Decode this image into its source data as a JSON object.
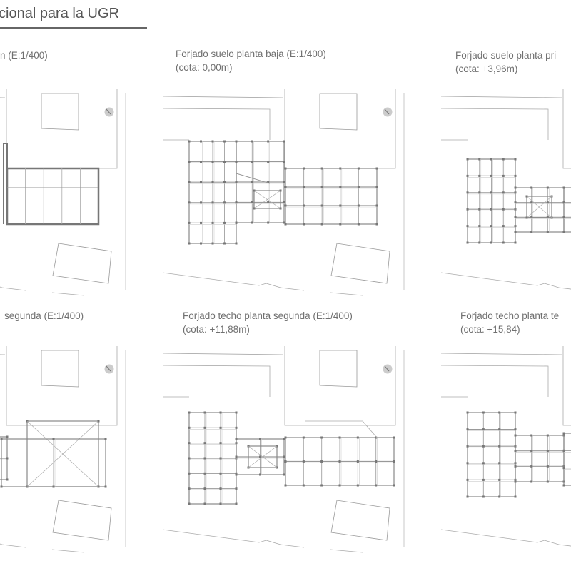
{
  "sheet": {
    "title": "cional para la UGR"
  },
  "panels": [
    {
      "title": "n (E:1/400)",
      "subtitle": ""
    },
    {
      "title": "Forjado suelo planta baja (E:1/400)",
      "subtitle": "(cota: 0,00m)"
    },
    {
      "title": "Forjado suelo planta pri",
      "subtitle": "(cota: +3,96m)"
    },
    {
      "title": "segunda (E:1/400)",
      "subtitle": ""
    },
    {
      "title": "Forjado techo planta segunda (E:1/400)",
      "subtitle": "(cota: +11,88m)"
    },
    {
      "title": "Forjado techo planta te",
      "subtitle": "(cota: +15,84)"
    }
  ]
}
